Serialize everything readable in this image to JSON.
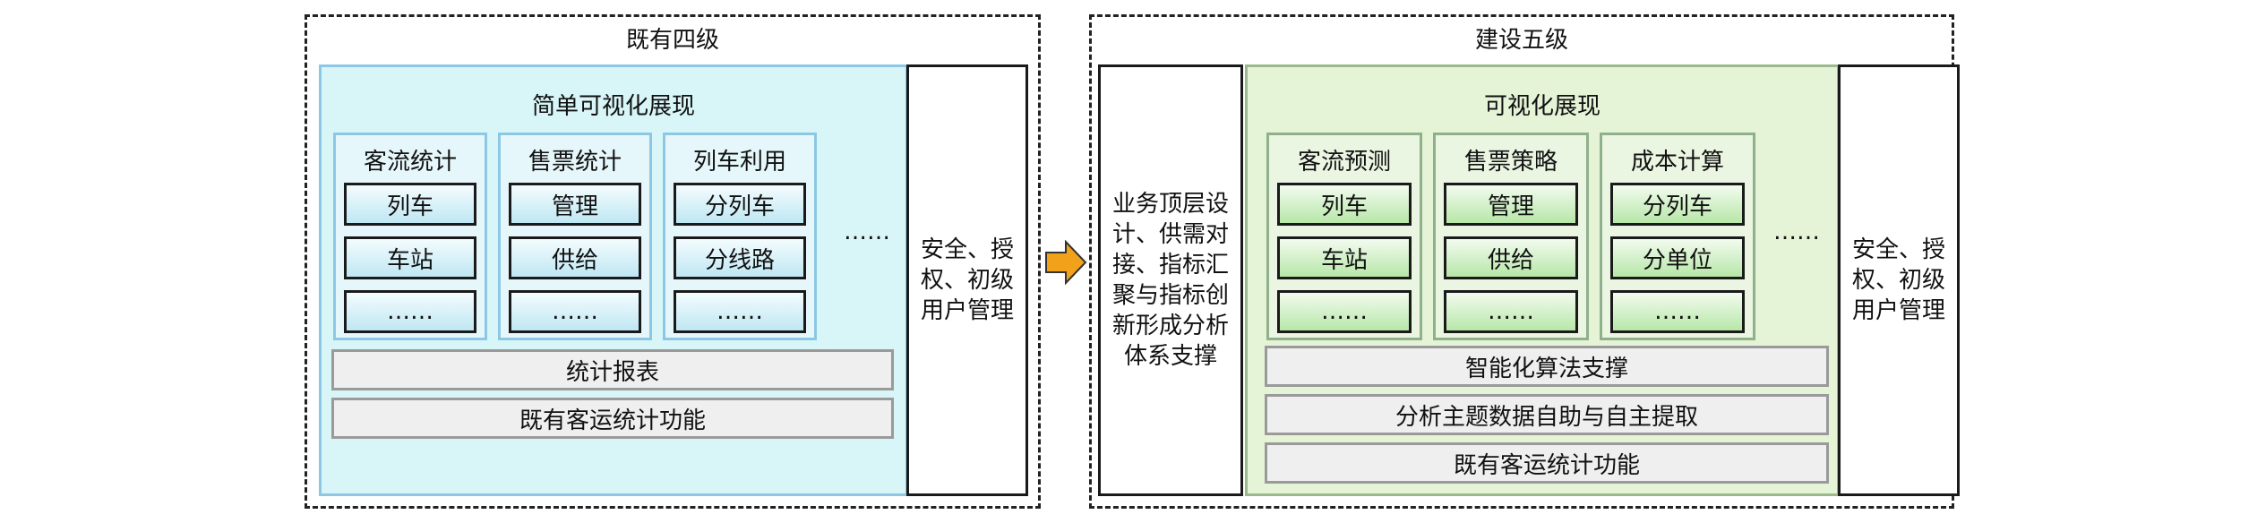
{
  "left": {
    "title": "既有四级",
    "panel_title": "简单可视化展现",
    "columns": [
      {
        "title": "客流统计",
        "items": [
          "列车",
          "车站",
          "……"
        ]
      },
      {
        "title": "售票统计",
        "items": [
          "管理",
          "供给",
          "……"
        ]
      },
      {
        "title": "列车利用",
        "items": [
          "分列车",
          "分线路",
          "……"
        ]
      }
    ],
    "ellipsis": "……",
    "bars": [
      "统计报表",
      "既有客运统计功能"
    ],
    "side": "安全、授权、初级用户管理"
  },
  "right": {
    "title": "建设五级",
    "left_side": "业务顶层设计、供需对接、指标汇聚与指标创新形成分析体系支撑",
    "panel_title": "可视化展现",
    "columns": [
      {
        "title": "客流预测",
        "items": [
          "列车",
          "车站",
          "……"
        ]
      },
      {
        "title": "售票策略",
        "items": [
          "管理",
          "供给",
          "……"
        ]
      },
      {
        "title": "成本计算",
        "items": [
          "分列车",
          "分单位",
          "……"
        ]
      }
    ],
    "ellipsis": "……",
    "bars": [
      "智能化算法支撑",
      "分析主题数据自助与自主提取",
      "既有客运统计功能"
    ],
    "side": "安全、授权、初级用户管理"
  },
  "colors": {
    "arrow": "#f2a21a",
    "left_panel": "#d8f5f7",
    "right_panel": "#e5f4d6"
  }
}
